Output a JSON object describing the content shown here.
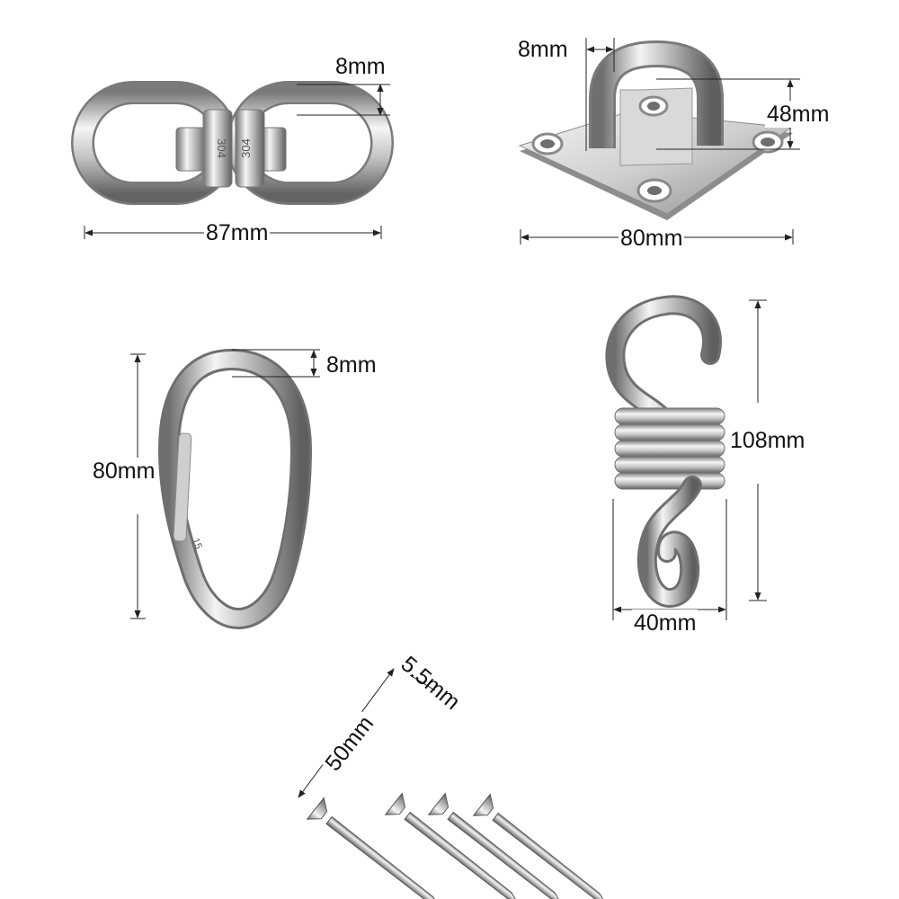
{
  "parts": {
    "swivel": {
      "name": "swivel-eye-connector",
      "marking": "304",
      "dims": {
        "thickness": "8mm",
        "length": "87mm"
      }
    },
    "pad_eye": {
      "name": "diamond-pad-eye-plate",
      "dims": {
        "thickness": "8mm",
        "height": "48mm",
        "width": "80mm"
      }
    },
    "carabiner": {
      "name": "spring-snap-hook",
      "marking": "15",
      "dims": {
        "thickness": "8mm",
        "length": "80mm"
      }
    },
    "spring": {
      "name": "heavy-duty-spring-hook",
      "dims": {
        "height": "108mm",
        "width": "40mm"
      }
    },
    "screws": {
      "name": "countersunk-wood-screws",
      "count": 4,
      "dims": {
        "diameter": "5.5mm",
        "length": "50mm"
      }
    }
  },
  "colors": {
    "background": "#ffffff",
    "steel_light": "#f4f4f4",
    "steel_mid": "#b9b9b9",
    "steel_dark": "#6f6f6f",
    "dimension_line": "#222222"
  }
}
